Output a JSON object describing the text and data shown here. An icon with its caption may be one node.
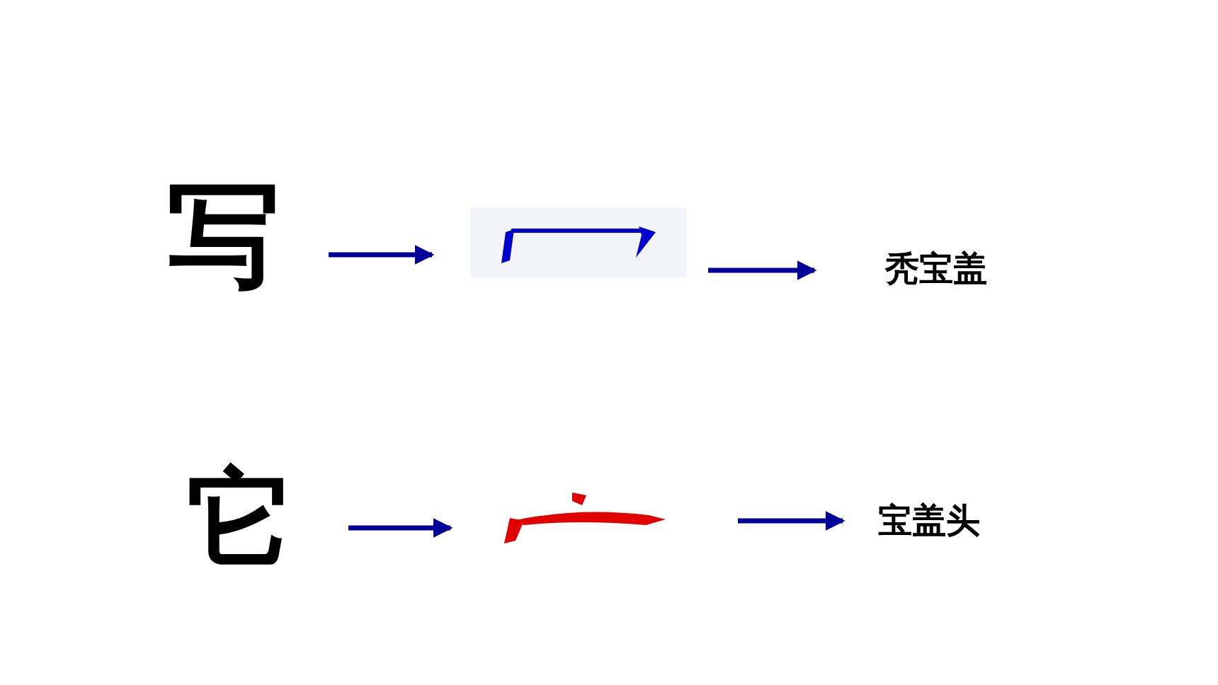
{
  "diagram": {
    "nodes": [
      {
        "text": [
          "写"
        ]
      },
      {
        "text": [],
        "shape": "picture"
      },
      {
        "text": [
          "秃宝盖"
        ]
      },
      {
        "text": [
          "它"
        ]
      },
      {
        "text": [],
        "shape": "picture"
      },
      {
        "text": [
          "宝盖头"
        ]
      }
    ],
    "edges": [
      {
        "from": 0,
        "to": 1,
        "arrow": "to",
        "color": "#000099"
      },
      {
        "from": 1,
        "to": 2,
        "arrow": "to",
        "color": "#000099"
      },
      {
        "from": 3,
        "to": 4,
        "arrow": "to",
        "color": "#000099"
      },
      {
        "from": 4,
        "to": 5,
        "arrow": "to",
        "color": "#000099"
      }
    ]
  }
}
